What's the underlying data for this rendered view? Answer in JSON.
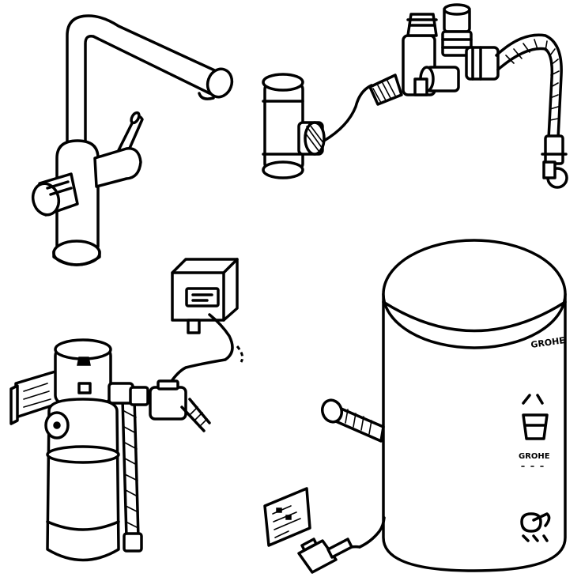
{
  "brand": {
    "boiler_top_text": "GROHE",
    "boiler_label_text": "GROHE"
  },
  "components": [
    {
      "id": "kitchen-tap",
      "icon": "faucet-icon"
    },
    {
      "id": "t-connector",
      "icon": "pipe-tee-icon"
    },
    {
      "id": "mixing-valve-assembly",
      "icon": "valve-icon"
    },
    {
      "id": "display-unit",
      "icon": "display-icon"
    },
    {
      "id": "filter-unit",
      "icon": "water-filter-icon"
    },
    {
      "id": "boiler-tank",
      "icon": "boiler-icon"
    },
    {
      "id": "power-plug",
      "icon": "plug-icon"
    },
    {
      "id": "wall-label-card",
      "icon": "card-icon"
    }
  ]
}
